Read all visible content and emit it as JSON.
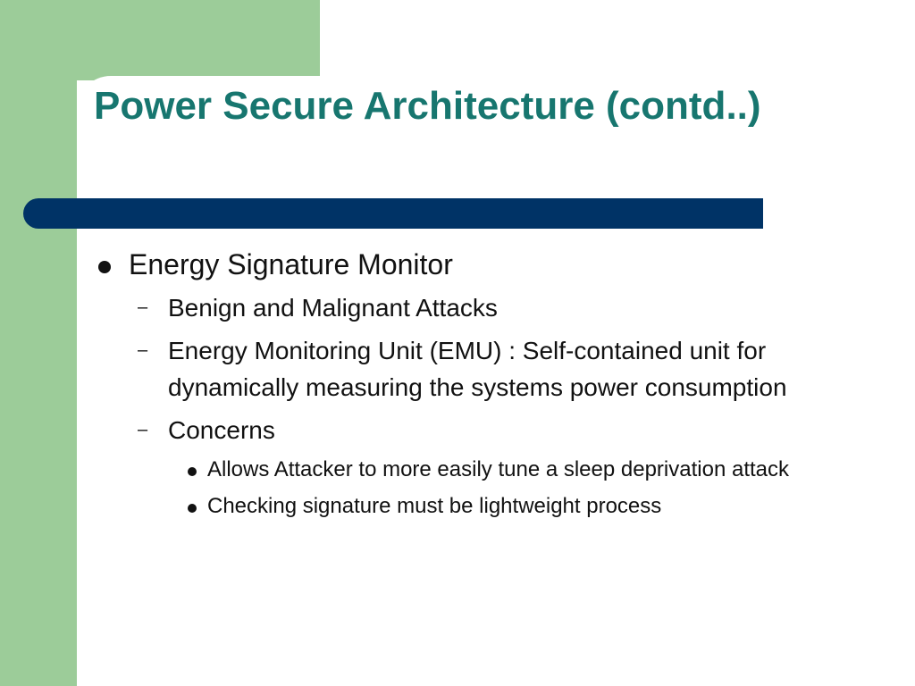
{
  "slide": {
    "title": "Power Secure Architecture (contd..)",
    "colors": {
      "title": "#17766f",
      "accent_bar": "#003366",
      "side_band": "#9ccc99",
      "text": "#111111"
    },
    "bullets": [
      {
        "text": "Energy Signature Monitor",
        "children": [
          {
            "text": "Benign and Malignant Attacks"
          },
          {
            "text": "Energy Monitoring Unit (EMU) : Self-contained unit for dynamically measuring  the systems power consumption"
          },
          {
            "text": "Concerns",
            "children": [
              {
                "text": "Allows Attacker to more easily tune a sleep deprivation attack"
              },
              {
                "text": "Checking signature must be lightweight process"
              }
            ]
          }
        ]
      }
    ],
    "dash_glyph": "–"
  }
}
